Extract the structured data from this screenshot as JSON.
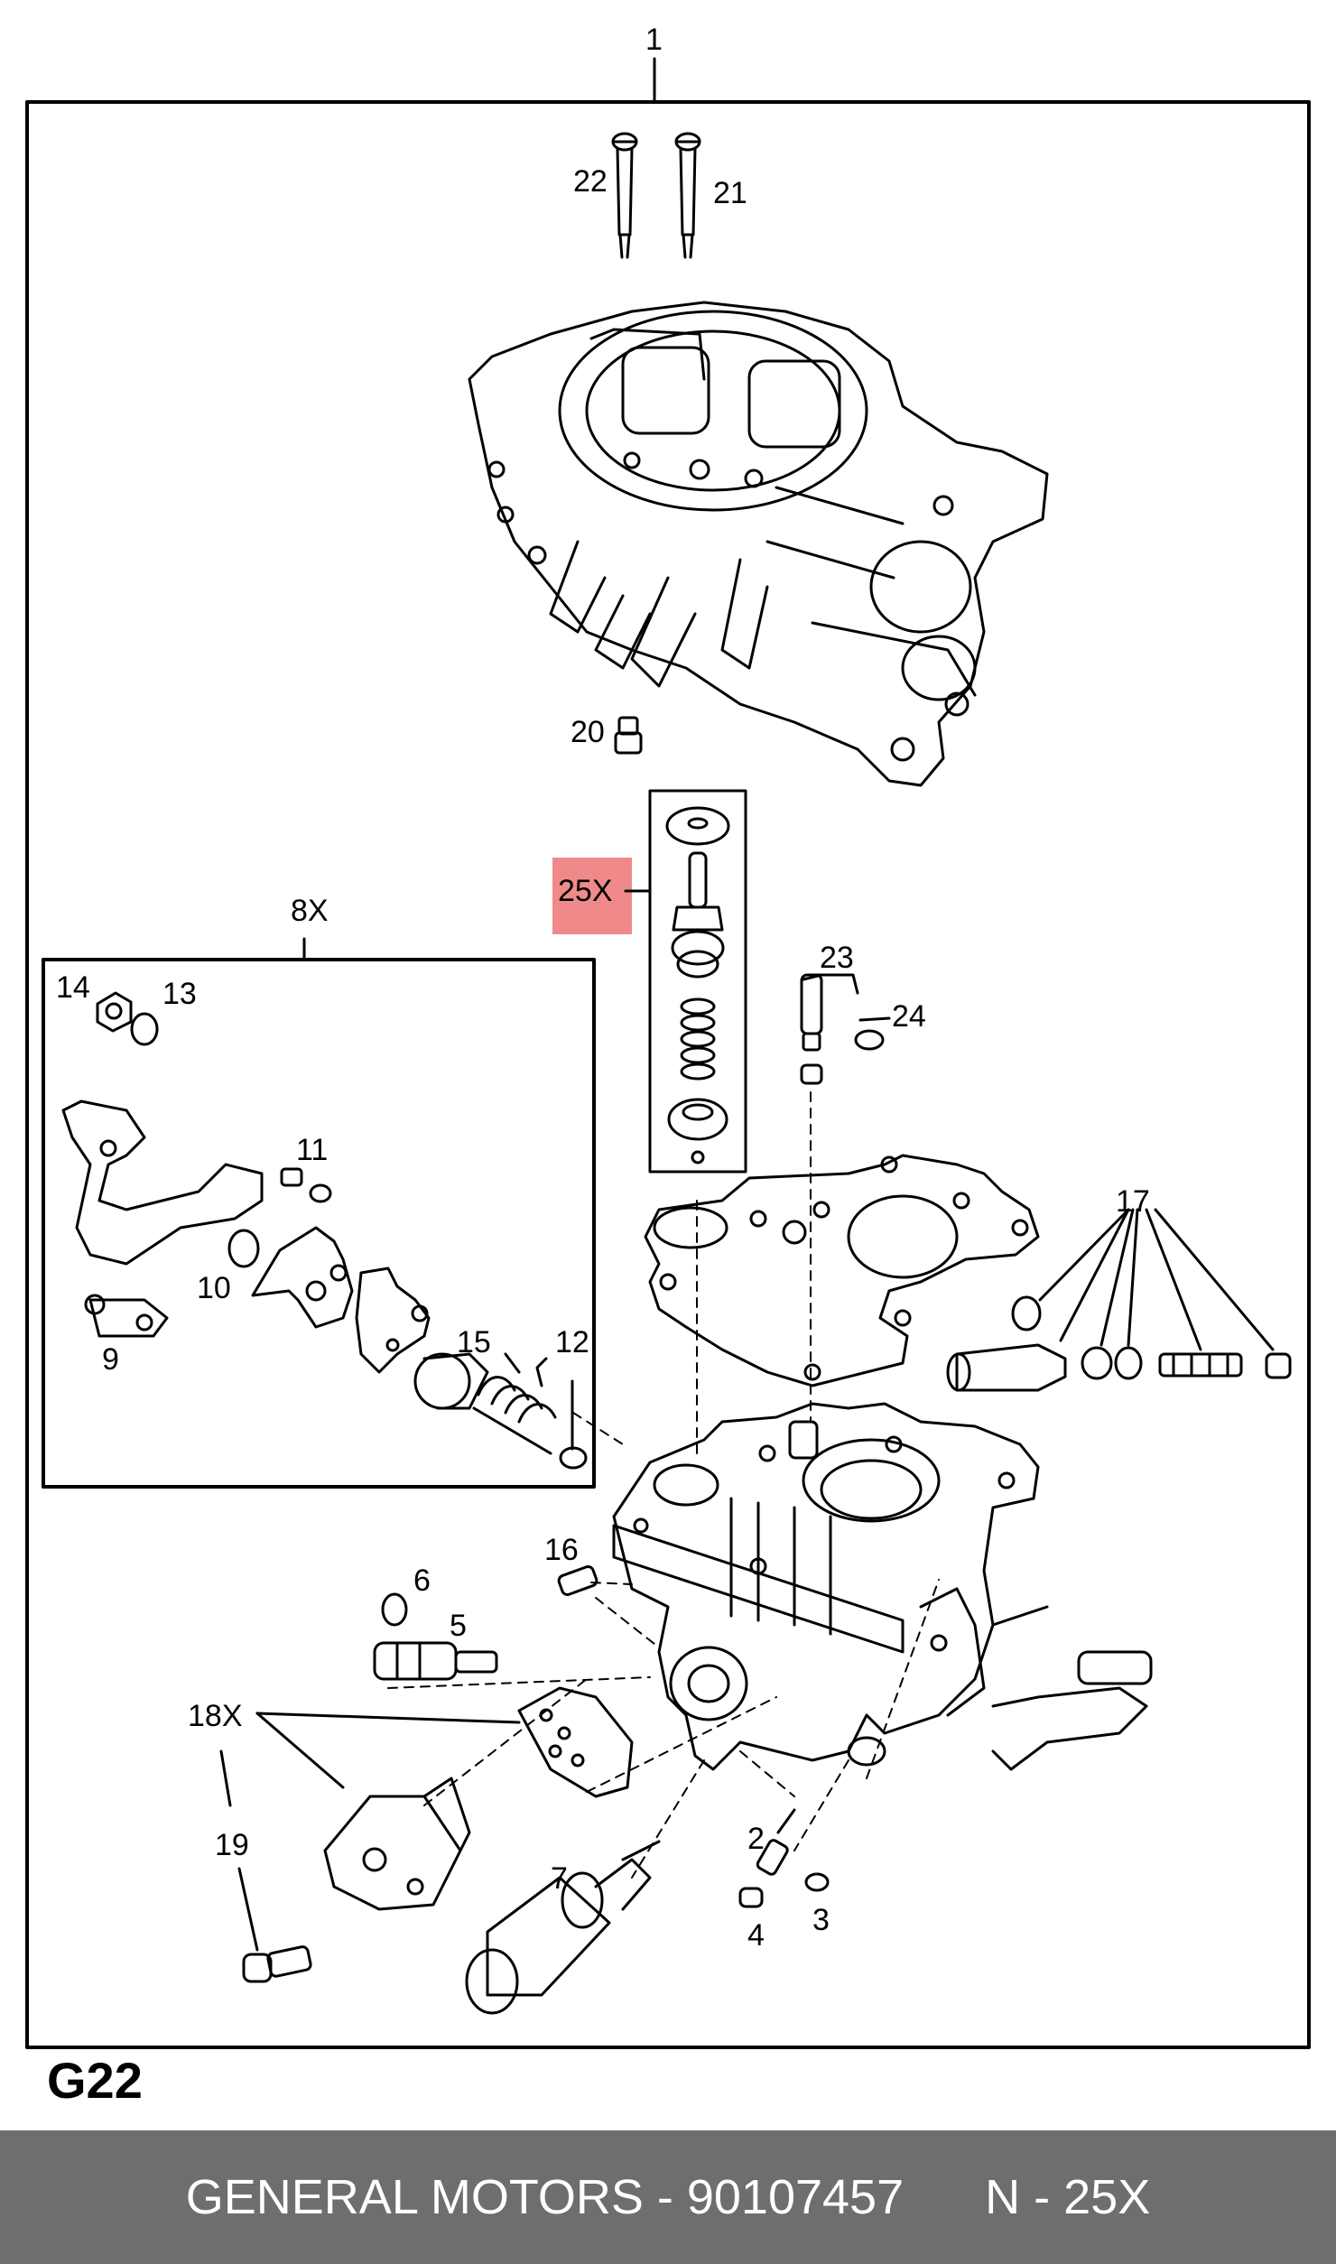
{
  "diagram": {
    "code": "G22",
    "highlight_color": "#f08a8a",
    "labels": {
      "p1": "1",
      "p2": "2",
      "p3": "3",
      "p4": "4",
      "p5": "5",
      "p6": "6",
      "p7": "7",
      "p8x": "8X",
      "p9": "9",
      "p10": "10",
      "p11": "11",
      "p12": "12",
      "p13": "13",
      "p14": "14",
      "p15": "15",
      "p16": "16",
      "p17": "17",
      "p18x": "18X",
      "p19": "19",
      "p20": "20",
      "p21": "21",
      "p22": "22",
      "p23": "23",
      "p24": "24",
      "p25x": "25X"
    }
  },
  "footer": {
    "brand": "GENERAL MOTORS",
    "separator": " - ",
    "part_number": "90107457",
    "ref": "N - 25X",
    "background": "#6e6e6e"
  }
}
